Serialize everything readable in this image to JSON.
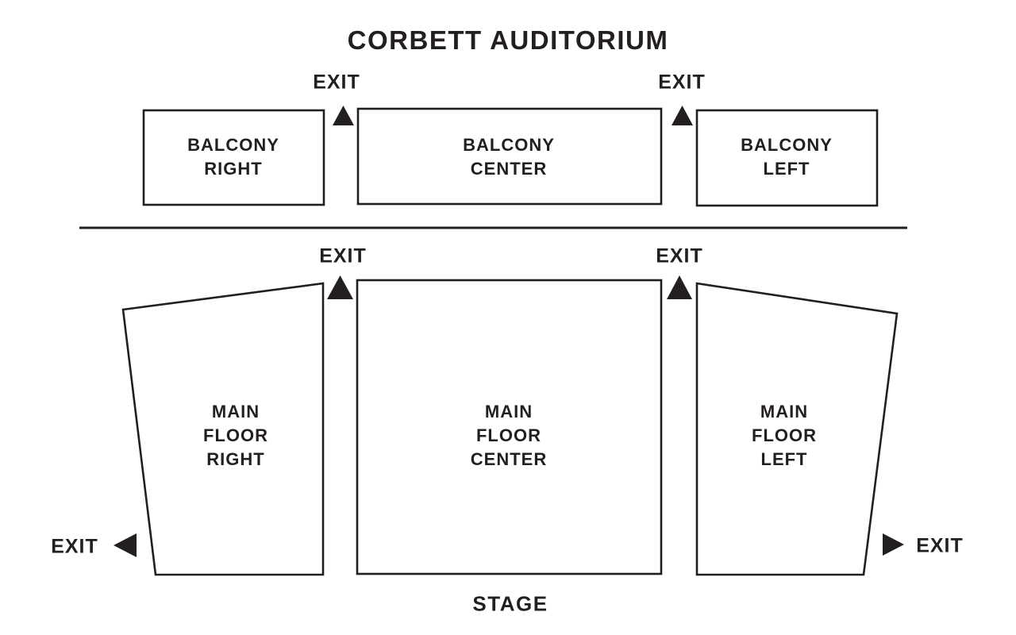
{
  "title": "CORBETT AUDITORIUM",
  "stage_label": "STAGE",
  "colors": {
    "ink": "#231f20",
    "background": "#ffffff"
  },
  "sections": {
    "balcony": {
      "right": {
        "label": "BALCONY\nRIGHT"
      },
      "center": {
        "label": "BALCONY\nCENTER"
      },
      "left": {
        "label": "BALCONY\nLEFT"
      }
    },
    "main_floor": {
      "right": {
        "label": "MAIN\nFLOOR\nRIGHT"
      },
      "center": {
        "label": "MAIN\nFLOOR\nCENTER"
      },
      "left": {
        "label": "MAIN\nFLOOR\nLEFT"
      }
    }
  },
  "exits": {
    "top_left": "EXIT",
    "top_right": "EXIT",
    "mid_left": "EXIT",
    "mid_right": "EXIT",
    "bottom_left": "EXIT",
    "bottom_right": "EXIT"
  },
  "icons": {
    "exit_arrow_up": "up-triangle",
    "exit_arrow_left": "left-triangle",
    "exit_arrow_right": "right-triangle"
  }
}
